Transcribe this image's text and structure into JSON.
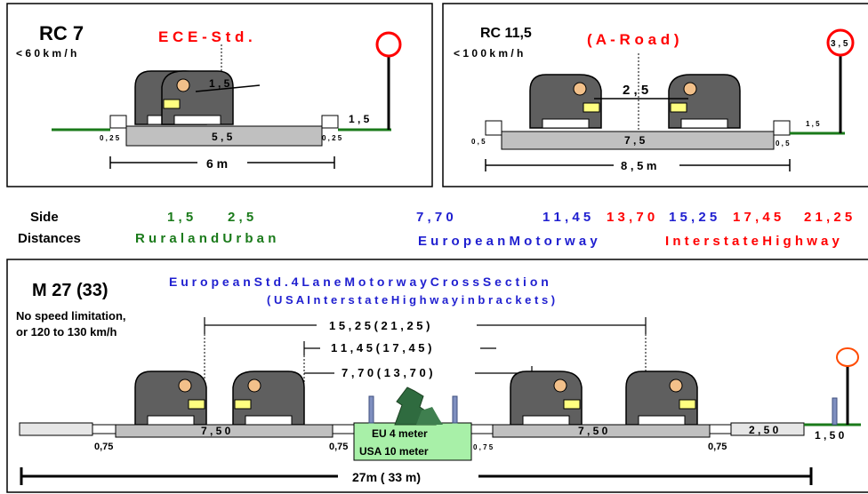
{
  "colors": {
    "red": "#ff0000",
    "blue": "#1f1fd0",
    "green": "#1a7a1a",
    "car": "#5f5f5f",
    "road": "#c0c0c0",
    "median": "#a8f0a8",
    "tree": "#2f6b3f",
    "post": "#7f8fbf"
  },
  "rc7": {
    "title": "RC 7",
    "subtitle": "< 6 0 k m / h",
    "standard": "E C E - S t d .",
    "gap": "1 , 5",
    "road": "5 , 5",
    "shoulder": "0 , 2 5",
    "shoulder_right": "0 , 2 5",
    "side": "1 , 5",
    "width": "6   m"
  },
  "rc115": {
    "title": "RC 11,5",
    "subtitle": "<   1 0 0 k m / h",
    "standard": "(  A  -  R o a d  )",
    "sign": "3 , 5",
    "gap": "2 , 5",
    "road": "7 , 5",
    "shoulder": "0 , 5",
    "shoulder_right": "0 , 5",
    "side": "1 , 5",
    "width": "8 , 5   m"
  },
  "side": {
    "label1": "Side",
    "label2": "Distances",
    "v1": "1 , 5",
    "v2": "2 , 5",
    "v3": "7 , 7 0",
    "v4": "1 1 , 4 5",
    "v5": "1 3 , 7 0",
    "v6": "1 5 , 2 5",
    "v7": "1 7 , 4 5",
    "v8": "2 1 , 2 5",
    "rural": "R u r a l  a n d  U r b a n",
    "euro": "E u r o p e a n   M o t o r w a y",
    "inter": "I n t e r s t a t e   H i g h w a y"
  },
  "m27": {
    "title": "M 27 (33)",
    "speed1": "No speed limitation,",
    "speed2": "or  120 to 130 km/h",
    "heading1": "E u r o p e a n   S t d .  4  L a n e   M o t o r w a y   C r o s s   S e c t i o n",
    "heading2": "(  U S A  I n t e r s t a t e   H i g h w a y   i n   b r a c k e t s )",
    "d1": "1 5 , 2 5   ( 2 1 , 2 5 )",
    "d2": "1 1 , 4 5   ( 1 7 , 4 5 )",
    "d3": "7 , 7 0   ( 1 3 , 7 0 )",
    "lane_left": "7 , 5 0",
    "lane_right": "7 , 5 0",
    "shoulder_right": "2 , 5 0",
    "side": "1 , 5 0",
    "s075a": "0,75",
    "s075b": "0,75",
    "s075c": "0 , 7 5",
    "s075d": "0,75",
    "eu": "EU   4 meter",
    "usa": "USA   10 meter",
    "total": "27m   (  33  m)"
  }
}
